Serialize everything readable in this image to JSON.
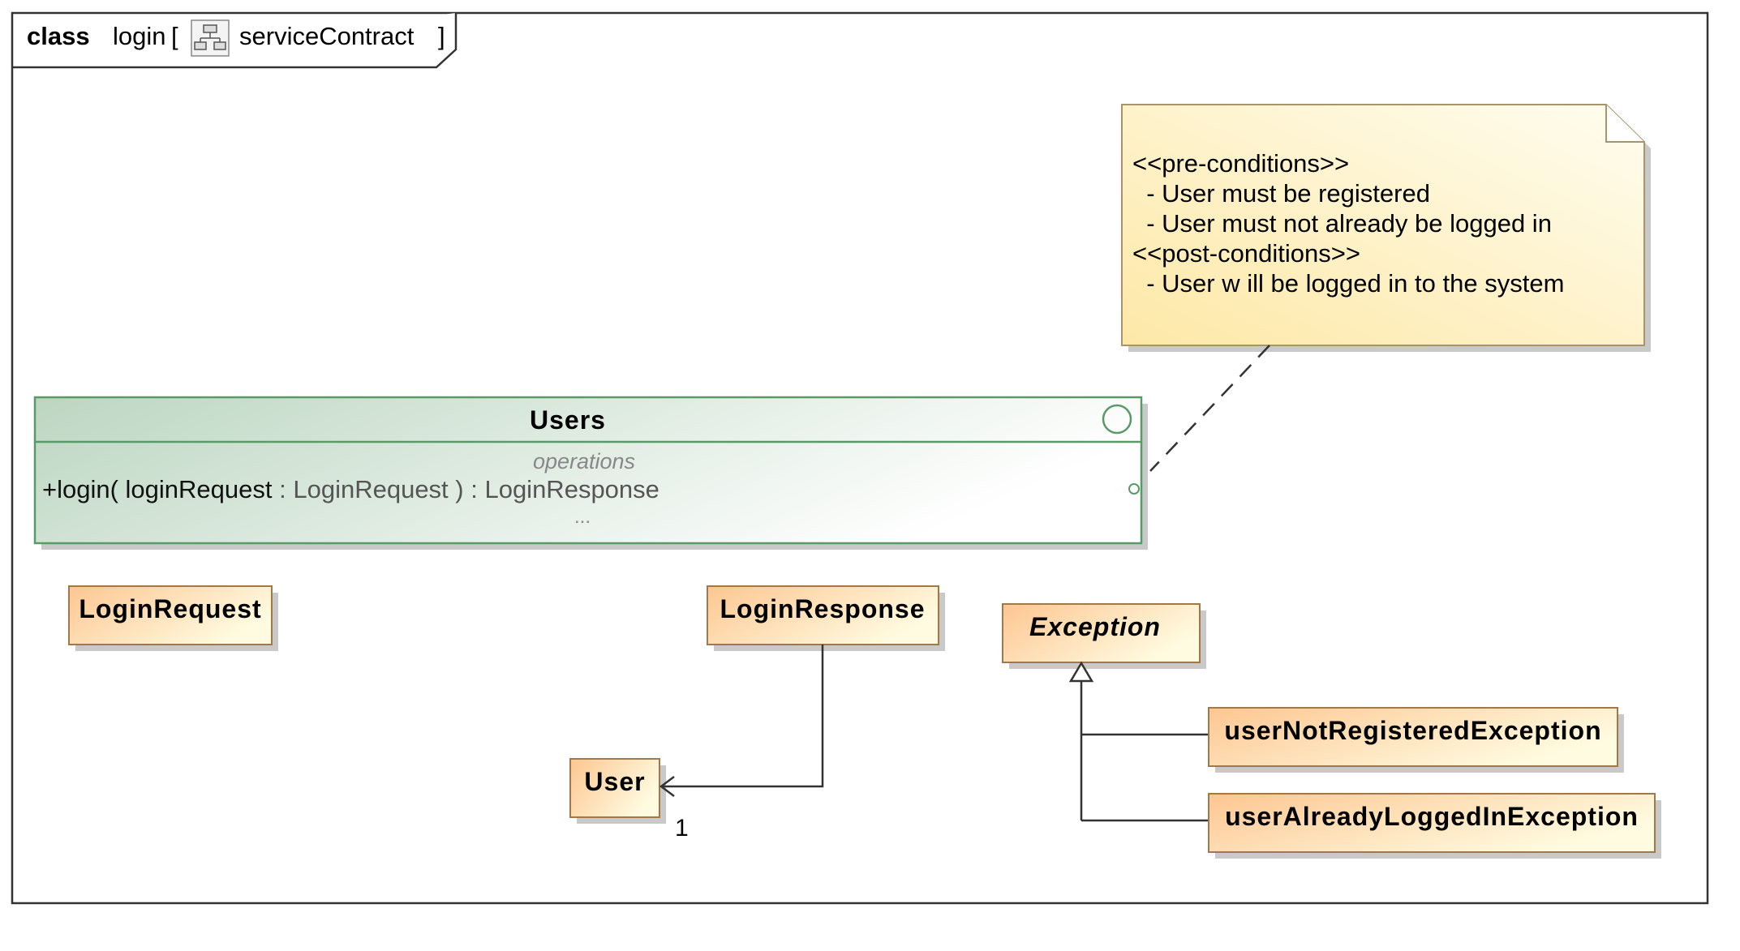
{
  "frame": {
    "keyword": "class",
    "name": "login",
    "open_bracket": "[",
    "diagram_type": "serviceContract",
    "close_bracket": "]",
    "icon": "diagram-tree-icon"
  },
  "note": {
    "lines": [
      "<<pre-conditions>>",
      "  - User must be registered",
      "  - User must not already be logged in",
      "<<post-conditions>>",
      "  - User w ill be logged in to the system"
    ]
  },
  "interface": {
    "name": "Users",
    "compartment_label": "operations",
    "operation": {
      "prefix": "+login( ",
      "param_name": "loginRequest",
      "param_sep": " : ",
      "param_type": "LoginRequest",
      "suffix": " ) : LoginResponse"
    },
    "ellipsis": "..."
  },
  "classes": {
    "login_request": "LoginRequest",
    "login_response": "LoginResponse",
    "user": "User",
    "exception": "Exception",
    "user_not_registered": "userNotRegisteredException",
    "user_already_logged_in": "userAlreadyLoggedInException"
  },
  "association": {
    "multiplicity": "1"
  },
  "colors": {
    "class_fill_start": "#fdc691",
    "class_fill_end": "#fffbe0",
    "interface_fill_start": "#bcd6c1",
    "interface_fill_end": "#ffffff",
    "interface_border": "#5a9a68",
    "note_fill_start": "#fde8a6",
    "note_fill_end": "#fffdf0",
    "line": "#333333"
  }
}
